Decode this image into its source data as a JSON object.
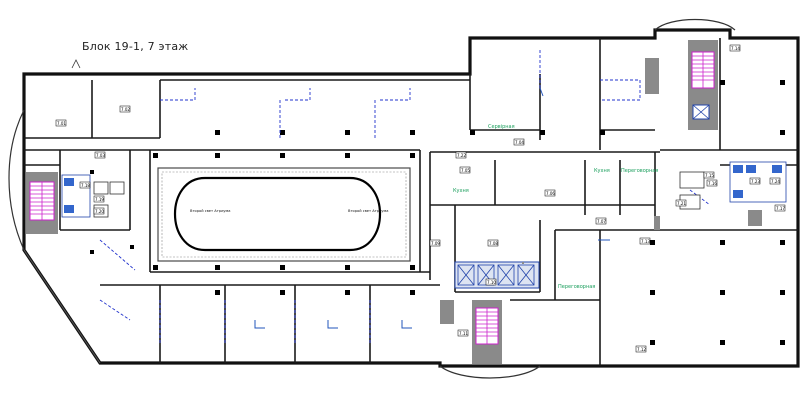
{
  "title": "Блок 19-1, 7 этаж",
  "colors": {
    "wall": "#111111",
    "partition": "#1a1a1a",
    "dashed": "#2233cc",
    "stairs": "#cc22cc",
    "service": "#2244aa",
    "gray": "#8a8a8a",
    "green_label": "#1a9e5c",
    "column": "#000000"
  },
  "labels": {
    "kitchen_left": "Кухня",
    "kitchen_right": "Кухня",
    "serving_top": "Сервірная",
    "serving_right_top": "Переговорная",
    "serving_right_mid": "Переговорная",
    "void_left": "Второй свет Атриума",
    "void_right": "Второй свет Атриума"
  },
  "room_tags": [
    "7.01",
    "7.02",
    "7.03",
    "7.04",
    "7.05",
    "7.06",
    "7.07",
    "7.08",
    "7.09",
    "7.10",
    "7.11",
    "7.12",
    "7.13",
    "7.14",
    "7.15",
    "7.16",
    "7.17",
    "7.18",
    "7.19",
    "7.20",
    "7.21",
    "7.22",
    "7.23",
    "7.24"
  ]
}
